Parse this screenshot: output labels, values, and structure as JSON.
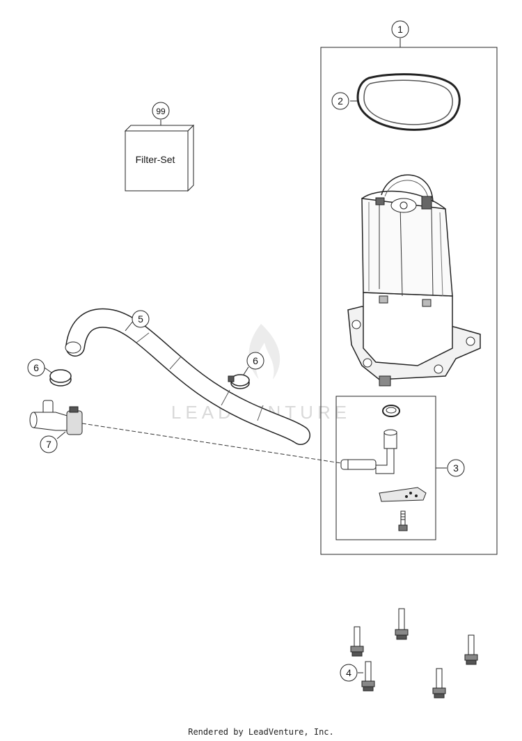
{
  "callouts": {
    "c1": "1",
    "c2": "2",
    "c3": "3",
    "c4": "4",
    "c5": "5",
    "c6a": "6",
    "c6b": "6",
    "c7": "7",
    "c99": "99"
  },
  "filter_set": {
    "label": "Filter-Set"
  },
  "watermark": {
    "text": "LEADVENTURE"
  },
  "footer": {
    "text": "Rendered by LeadVenture, Inc."
  }
}
